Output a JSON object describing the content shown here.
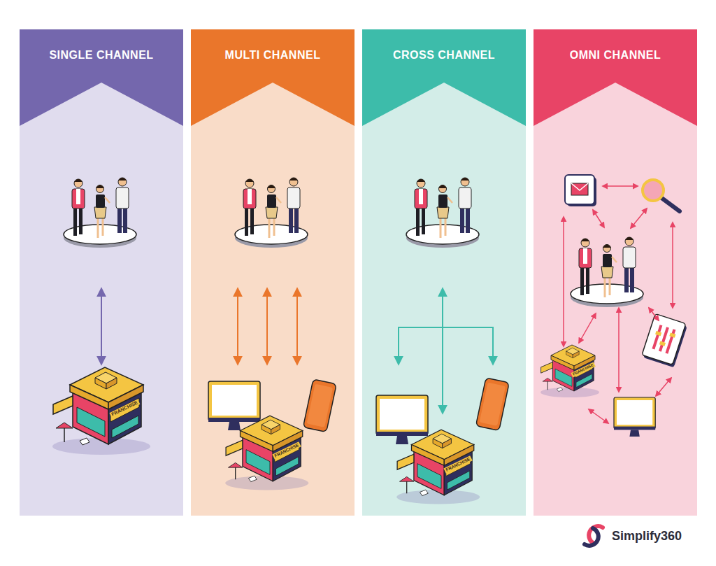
{
  "diagram": {
    "nodes": [
      {
        "text": [
          "SINGLE CHANNEL"
        ]
      },
      {
        "text": [
          "MULTI CHANNEL"
        ]
      },
      {
        "text": [
          "CROSS CHANNEL"
        ]
      },
      {
        "text": [
          "OMNI CHANNEL"
        ]
      }
    ],
    "labels": [
      "FRANCHISE",
      "FRANCHISE",
      "FRANCHISE",
      "FRANCHISE",
      "Simplify360"
    ]
  }
}
